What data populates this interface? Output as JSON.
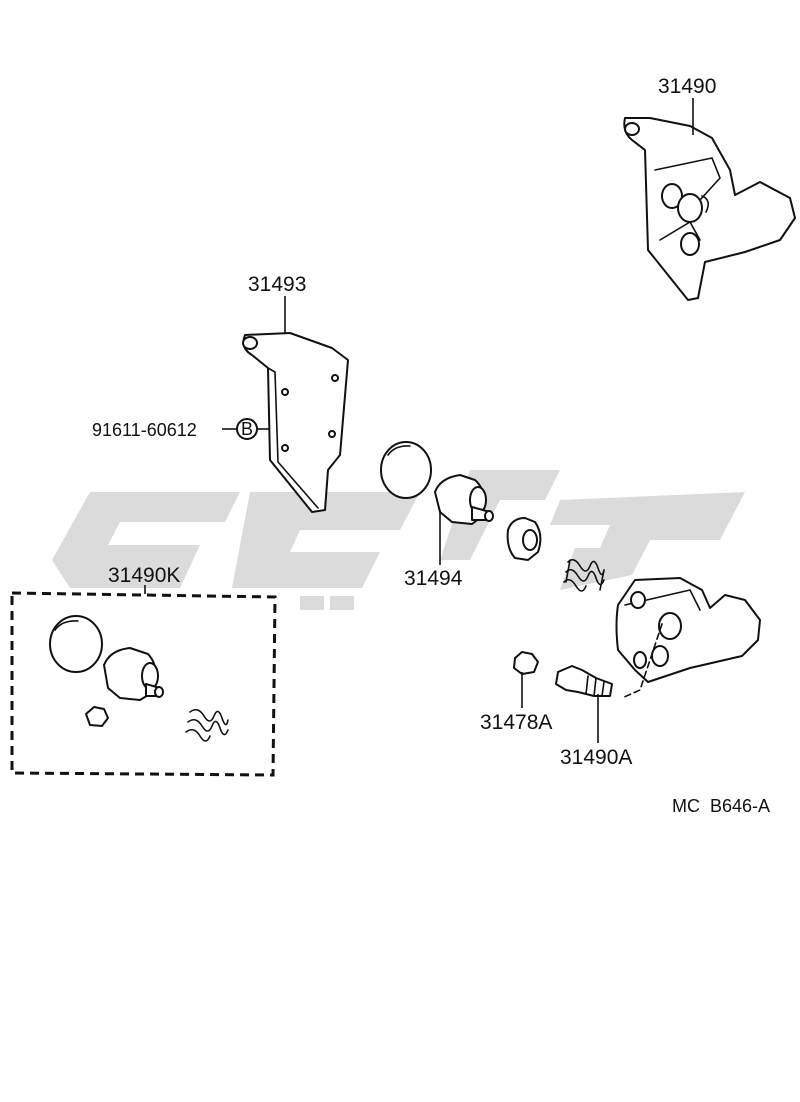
{
  "callouts": {
    "p31490": "31490",
    "p31493": "31493",
    "p91611": "91611-60612",
    "marker_b": "B",
    "p31494": "31494",
    "p31490k": "31490K",
    "p31478a": "31478A",
    "p31490a": "31490A"
  },
  "diagram_code": "MC  B646-A"
}
